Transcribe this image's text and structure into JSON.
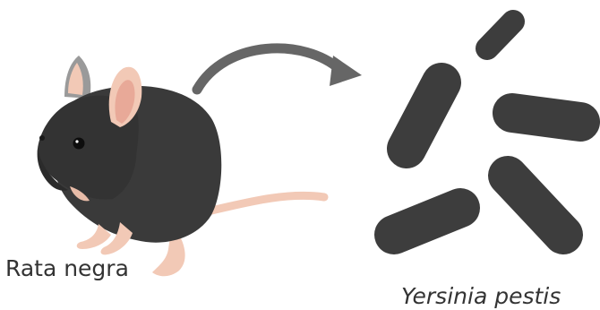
{
  "labels": {
    "rat": "Rata negra",
    "bacterium": "Yersinia pestis"
  },
  "icons": {
    "rat": "black-rat-illustration",
    "arrow": "curved-arrow-icon",
    "bacteria": "rod-shaped-bacteria-cluster"
  },
  "colors": {
    "background": "#ffffff",
    "rat_fur": "#3a3a3a",
    "rat_skin": "#f2c9b6",
    "arrow": "#666666",
    "bacteria": "#3d3d3d",
    "text": "#333333"
  }
}
